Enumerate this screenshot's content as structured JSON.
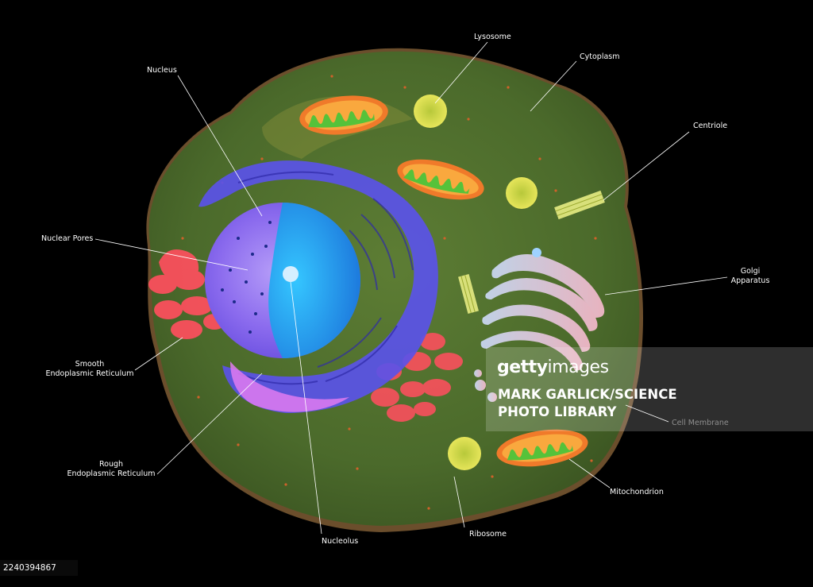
{
  "labels": {
    "nucleus": "Nucleus",
    "lysosome": "Lysosome",
    "cytoplasm": "Cytoplasm",
    "centriole": "Centriole",
    "nuclear_pores": "Nuclear Pores",
    "golgi": "Golgi\nApparatus",
    "smooth_er": "Smooth\nEndoplasmic Reticulum",
    "rough_er": "Rough\nEndoplasmic Reticulum",
    "nucleolus": "Nucleolus",
    "ribosome": "Ribosome",
    "mitochondrion": "Mitochondrion",
    "cell_membrane": "Cell Membrane"
  },
  "watermark": {
    "brand_bold": "getty",
    "brand_thin": "images",
    "credit_line1": "MARK GARLICK/SCIENCE",
    "credit_line2": "PHOTO LIBRARY"
  },
  "image_id": "2240394867",
  "colors": {
    "background": "#000000",
    "cytoplasm": "#4d6b2c",
    "nucleus_envelope": "#5a52e8",
    "nucleoplasm": "#2aa6f0",
    "smooth_er": "#ff4f5e",
    "mitochondrion_outer": "#f07a2a",
    "mitochondrion_inner": "#56c23a",
    "lysosome": "#d9d64a",
    "golgi": "#e8c9d8",
    "centriole": "#d8e07a"
  }
}
